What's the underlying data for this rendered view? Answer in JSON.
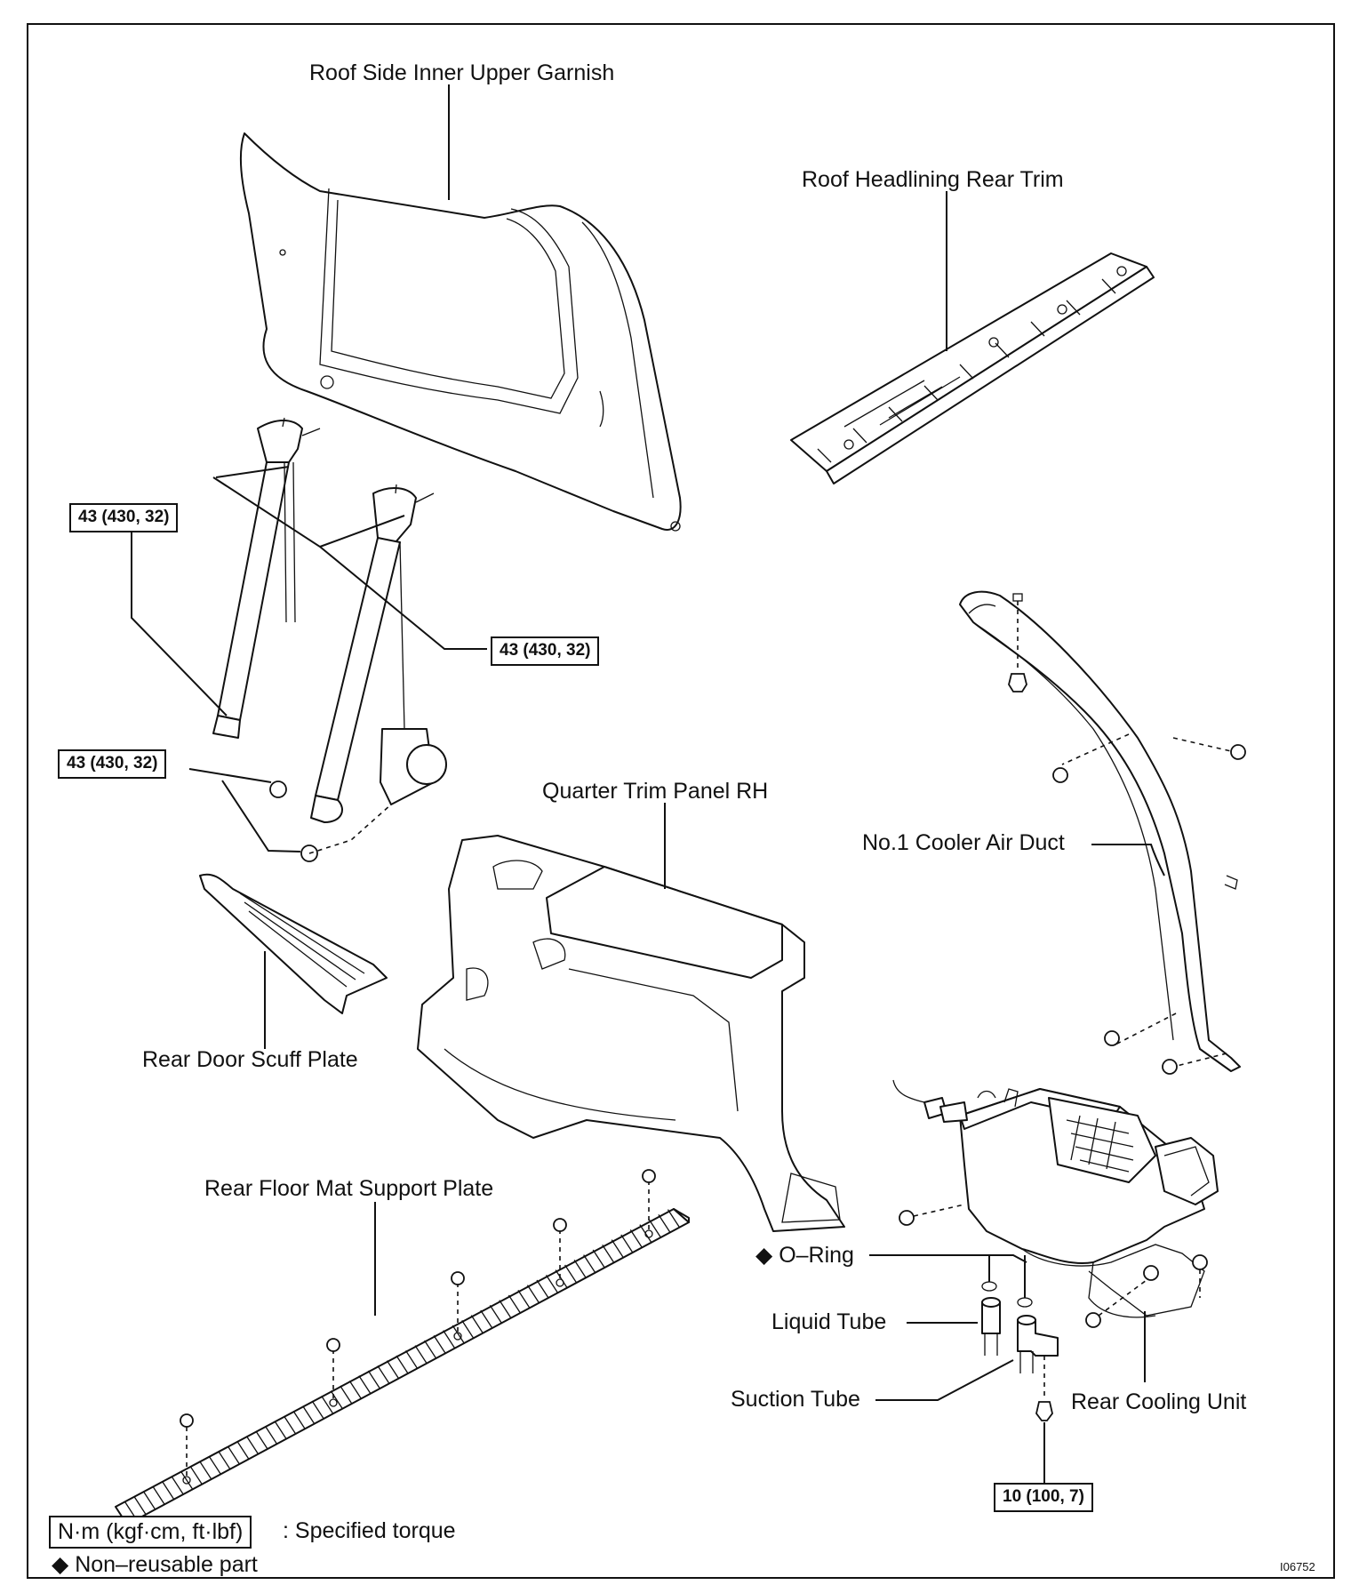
{
  "labels": {
    "roof_side_inner_upper_garnish": "Roof Side Inner Upper Garnish",
    "roof_headlining_rear_trim": "Roof Headlining Rear Trim",
    "quarter_trim_panel_rh": "Quarter Trim Panel RH",
    "no1_cooler_air_duct": "No.1 Cooler Air Duct",
    "rear_door_scuff_plate": "Rear Door Scuff Plate",
    "rear_floor_mat_support_plate": "Rear Floor Mat Support Plate",
    "o_ring": "O–Ring",
    "liquid_tube": "Liquid Tube",
    "suction_tube": "Suction Tube",
    "rear_cooling_unit": "Rear Cooling Unit"
  },
  "torques": {
    "belt_upper": "43 (430, 32)",
    "belt_right": "43 (430, 32)",
    "belt_lower": "43 (430, 32)",
    "cooling_unit_bolt": "10 (100, 7)"
  },
  "legend": {
    "unit": "N·m (kgf·cm, ft·lbf)",
    "unit_desc": ": Specified torque",
    "nonreusable_symbol": "◆",
    "nonreusable": "Non–reusable part"
  },
  "figure_code": "I06752"
}
